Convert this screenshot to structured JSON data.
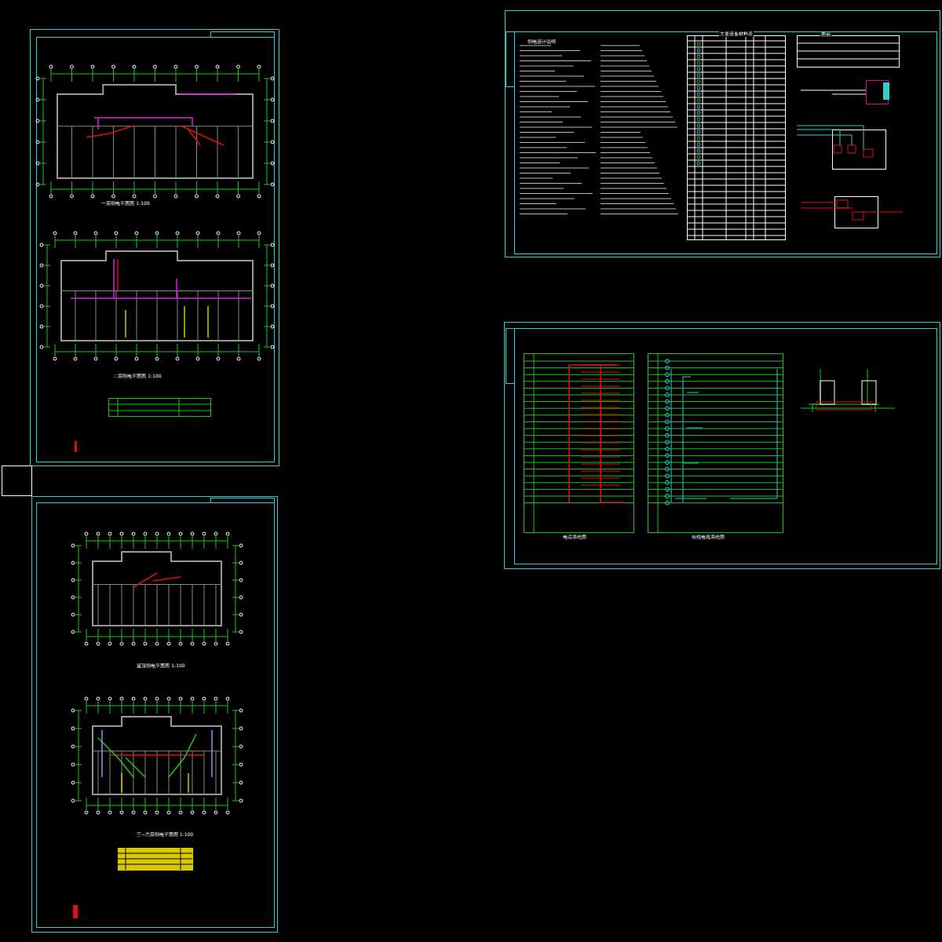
{
  "diagram": {
    "labels": [
      "一层弱电平面图 1:100",
      "二层弱电平面图 1:100",
      "屋顶弱电平面图 1:100",
      "三~六层弱电平面图 1:100",
      "弱电设计说明",
      "主要设备材料表",
      "图例",
      "电话系统图",
      "有线电视系统图"
    ]
  }
}
